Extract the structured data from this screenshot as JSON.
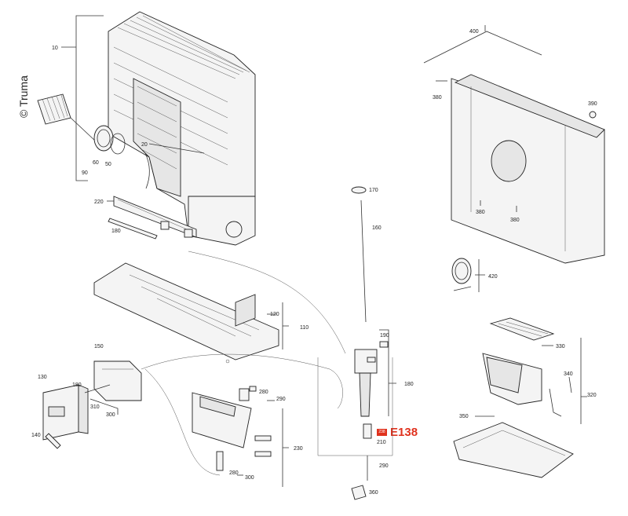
{
  "brand": {
    "text": "© Truma"
  },
  "highlight": {
    "tag": "238",
    "code": "E138",
    "color": "#e0321e"
  },
  "labels": {
    "l10": "10",
    "l20": "20",
    "l50": "50",
    "l60": "60",
    "l90": "90",
    "l110": "110",
    "l120": "120",
    "l130": "130",
    "l140": "140",
    "l150": "150",
    "l160": "160",
    "l170": "170",
    "l180a": "180",
    "l180b": "180",
    "l180c": "180",
    "l190": "190",
    "l210": "210",
    "l220": "220",
    "l230": "230",
    "l280a": "280",
    "l280b": "280",
    "l290a": "290",
    "l290b": "290",
    "l300a": "300",
    "l300b": "300",
    "l310": "310",
    "l320": "320",
    "l330": "330",
    "l340": "340",
    "l350": "350",
    "l360": "360",
    "l380a": "380",
    "l380b": "380",
    "l380c": "380",
    "l390": "390",
    "l400": "400",
    "l420": "420"
  }
}
